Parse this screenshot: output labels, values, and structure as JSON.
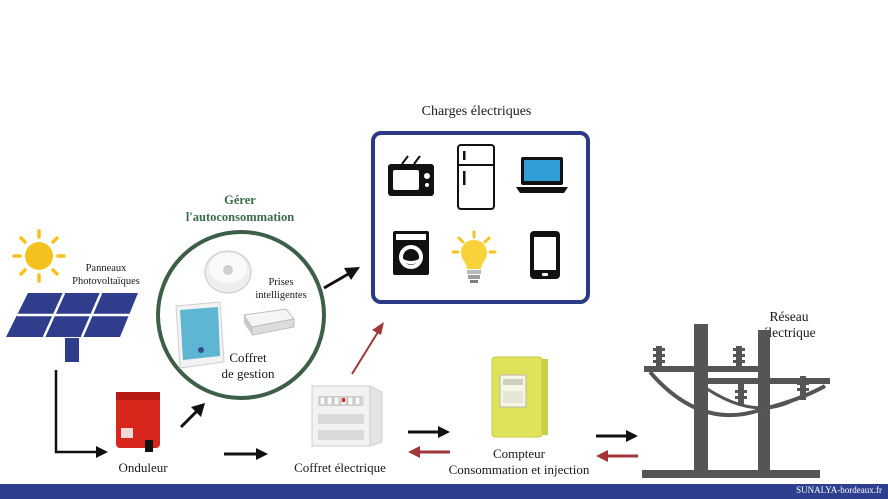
{
  "labels": {
    "charges": "Charges électriques",
    "gerer": "Gérer",
    "autoconso": "l'autoconsommation",
    "panneaux": "Panneaux",
    "photovoltaiques": "Photovoltaïques",
    "prises": "Prises",
    "intelligentes": "intelligentes",
    "coffret_gestion_1": "Coffret",
    "coffret_gestion_2": "de gestion",
    "onduleur": "Onduleur",
    "coffret_electrique": "Coffret électrique",
    "compteur_1": "Compteur",
    "compteur_2": "Consommation et injection",
    "reseau_1": "Réseau",
    "reseau_2": "électrique"
  },
  "footer": "SUNALYA-bordeaux.fr",
  "colors": {
    "box_blue": "#2b3a86",
    "circle_green": "#3d5e47",
    "arrow_black": "#111111",
    "arrow_red": "#a0363a",
    "sun": "#f4c21f",
    "panel_blue": "#2f3d8c",
    "inverter_red": "#d8261d",
    "meter_yellow": "#dfe35a",
    "footer_blue": "#2e3f8f"
  },
  "icons": [
    "tv-icon",
    "fridge-icon",
    "laptop-icon",
    "washing-machine-icon",
    "lightbulb-icon",
    "smartphone-icon",
    "sun-icon",
    "solar-panel-icon",
    "inverter-icon",
    "electrical-panel-icon",
    "meter-icon",
    "power-pylon-icon"
  ]
}
